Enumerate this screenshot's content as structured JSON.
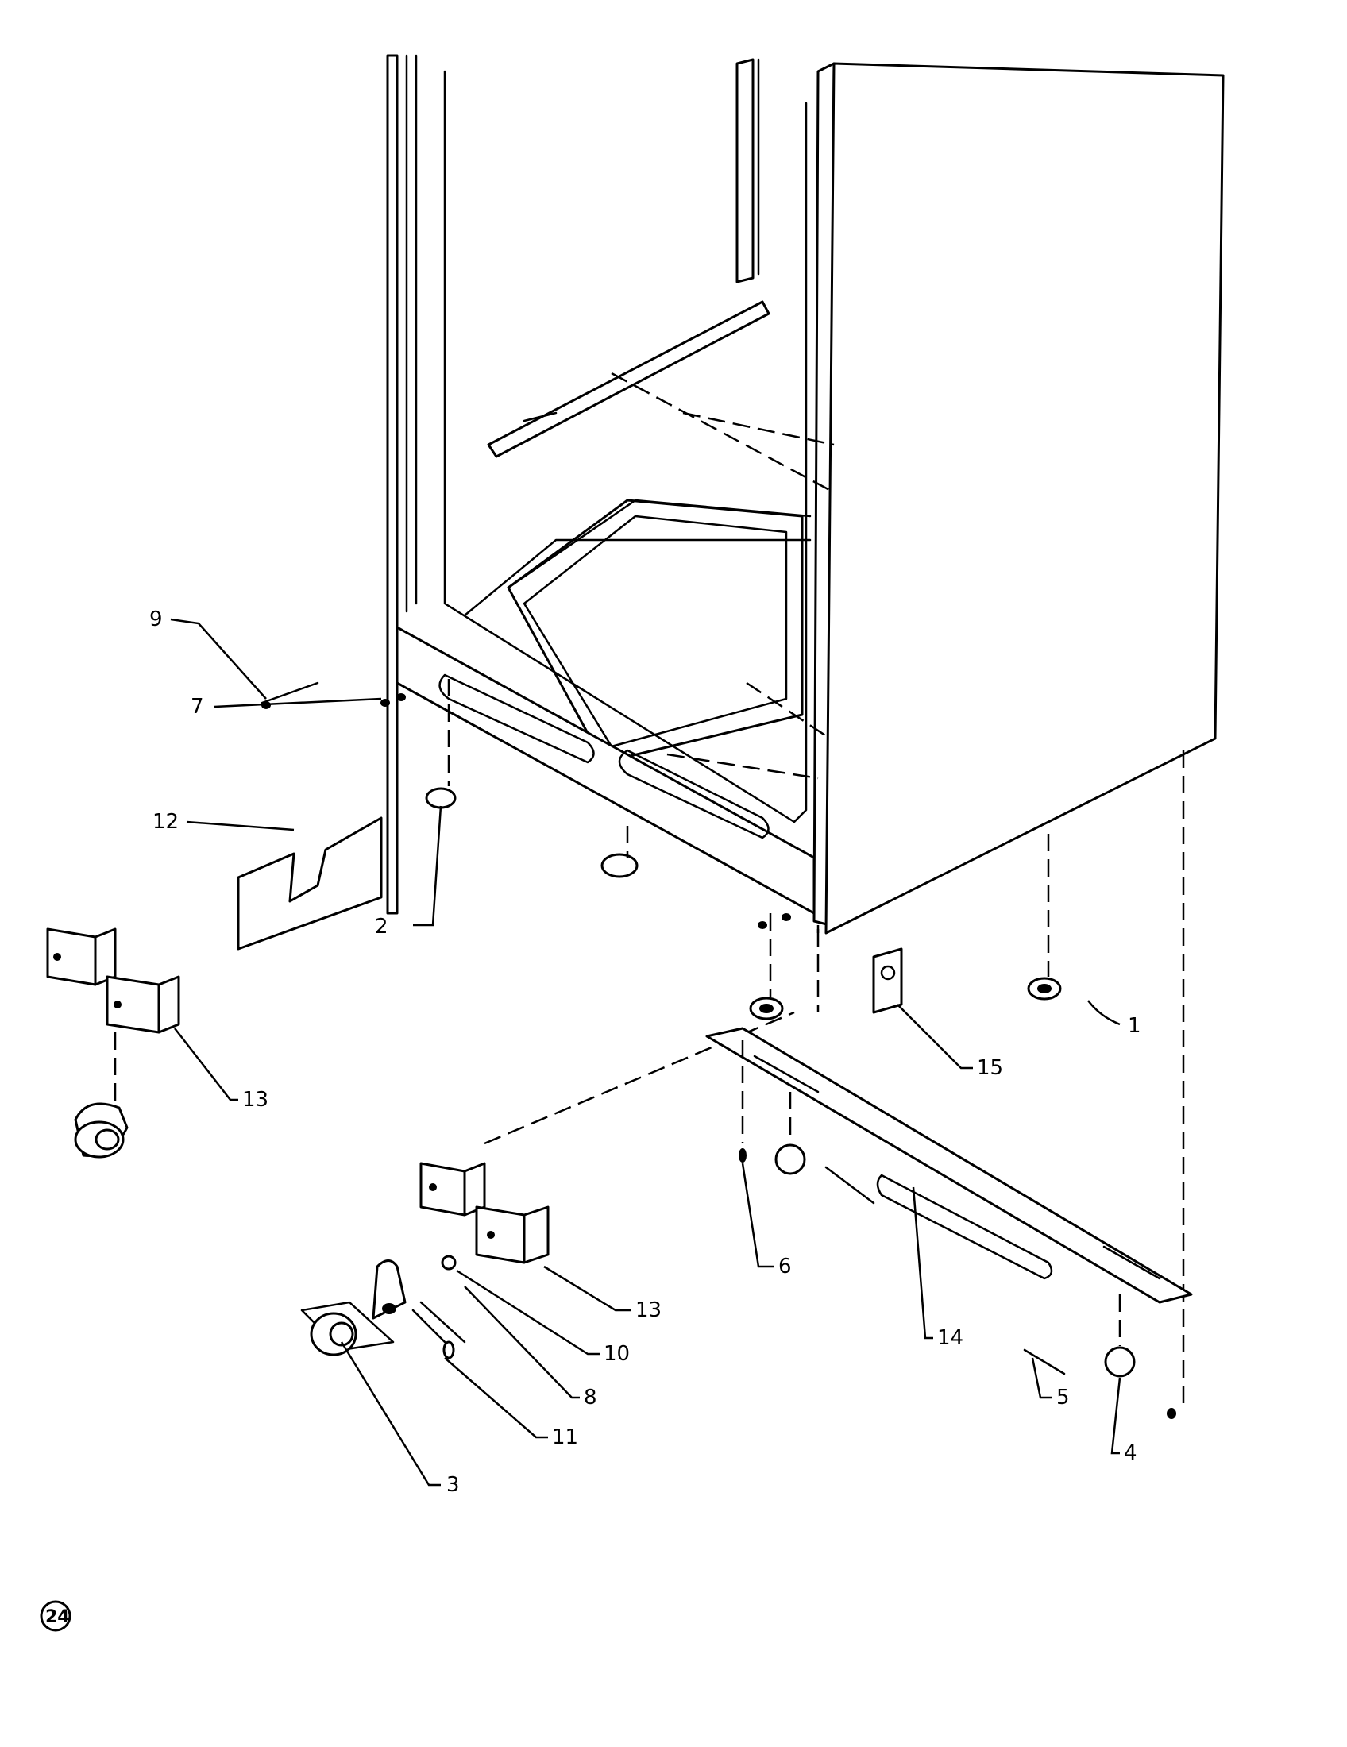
{
  "diagram": {
    "callouts": [
      "1",
      "2",
      "3",
      "4",
      "5",
      "6",
      "7",
      "8",
      "9",
      "10",
      "11",
      "12",
      "13",
      "13",
      "14",
      "15"
    ],
    "page_badge": "24"
  }
}
